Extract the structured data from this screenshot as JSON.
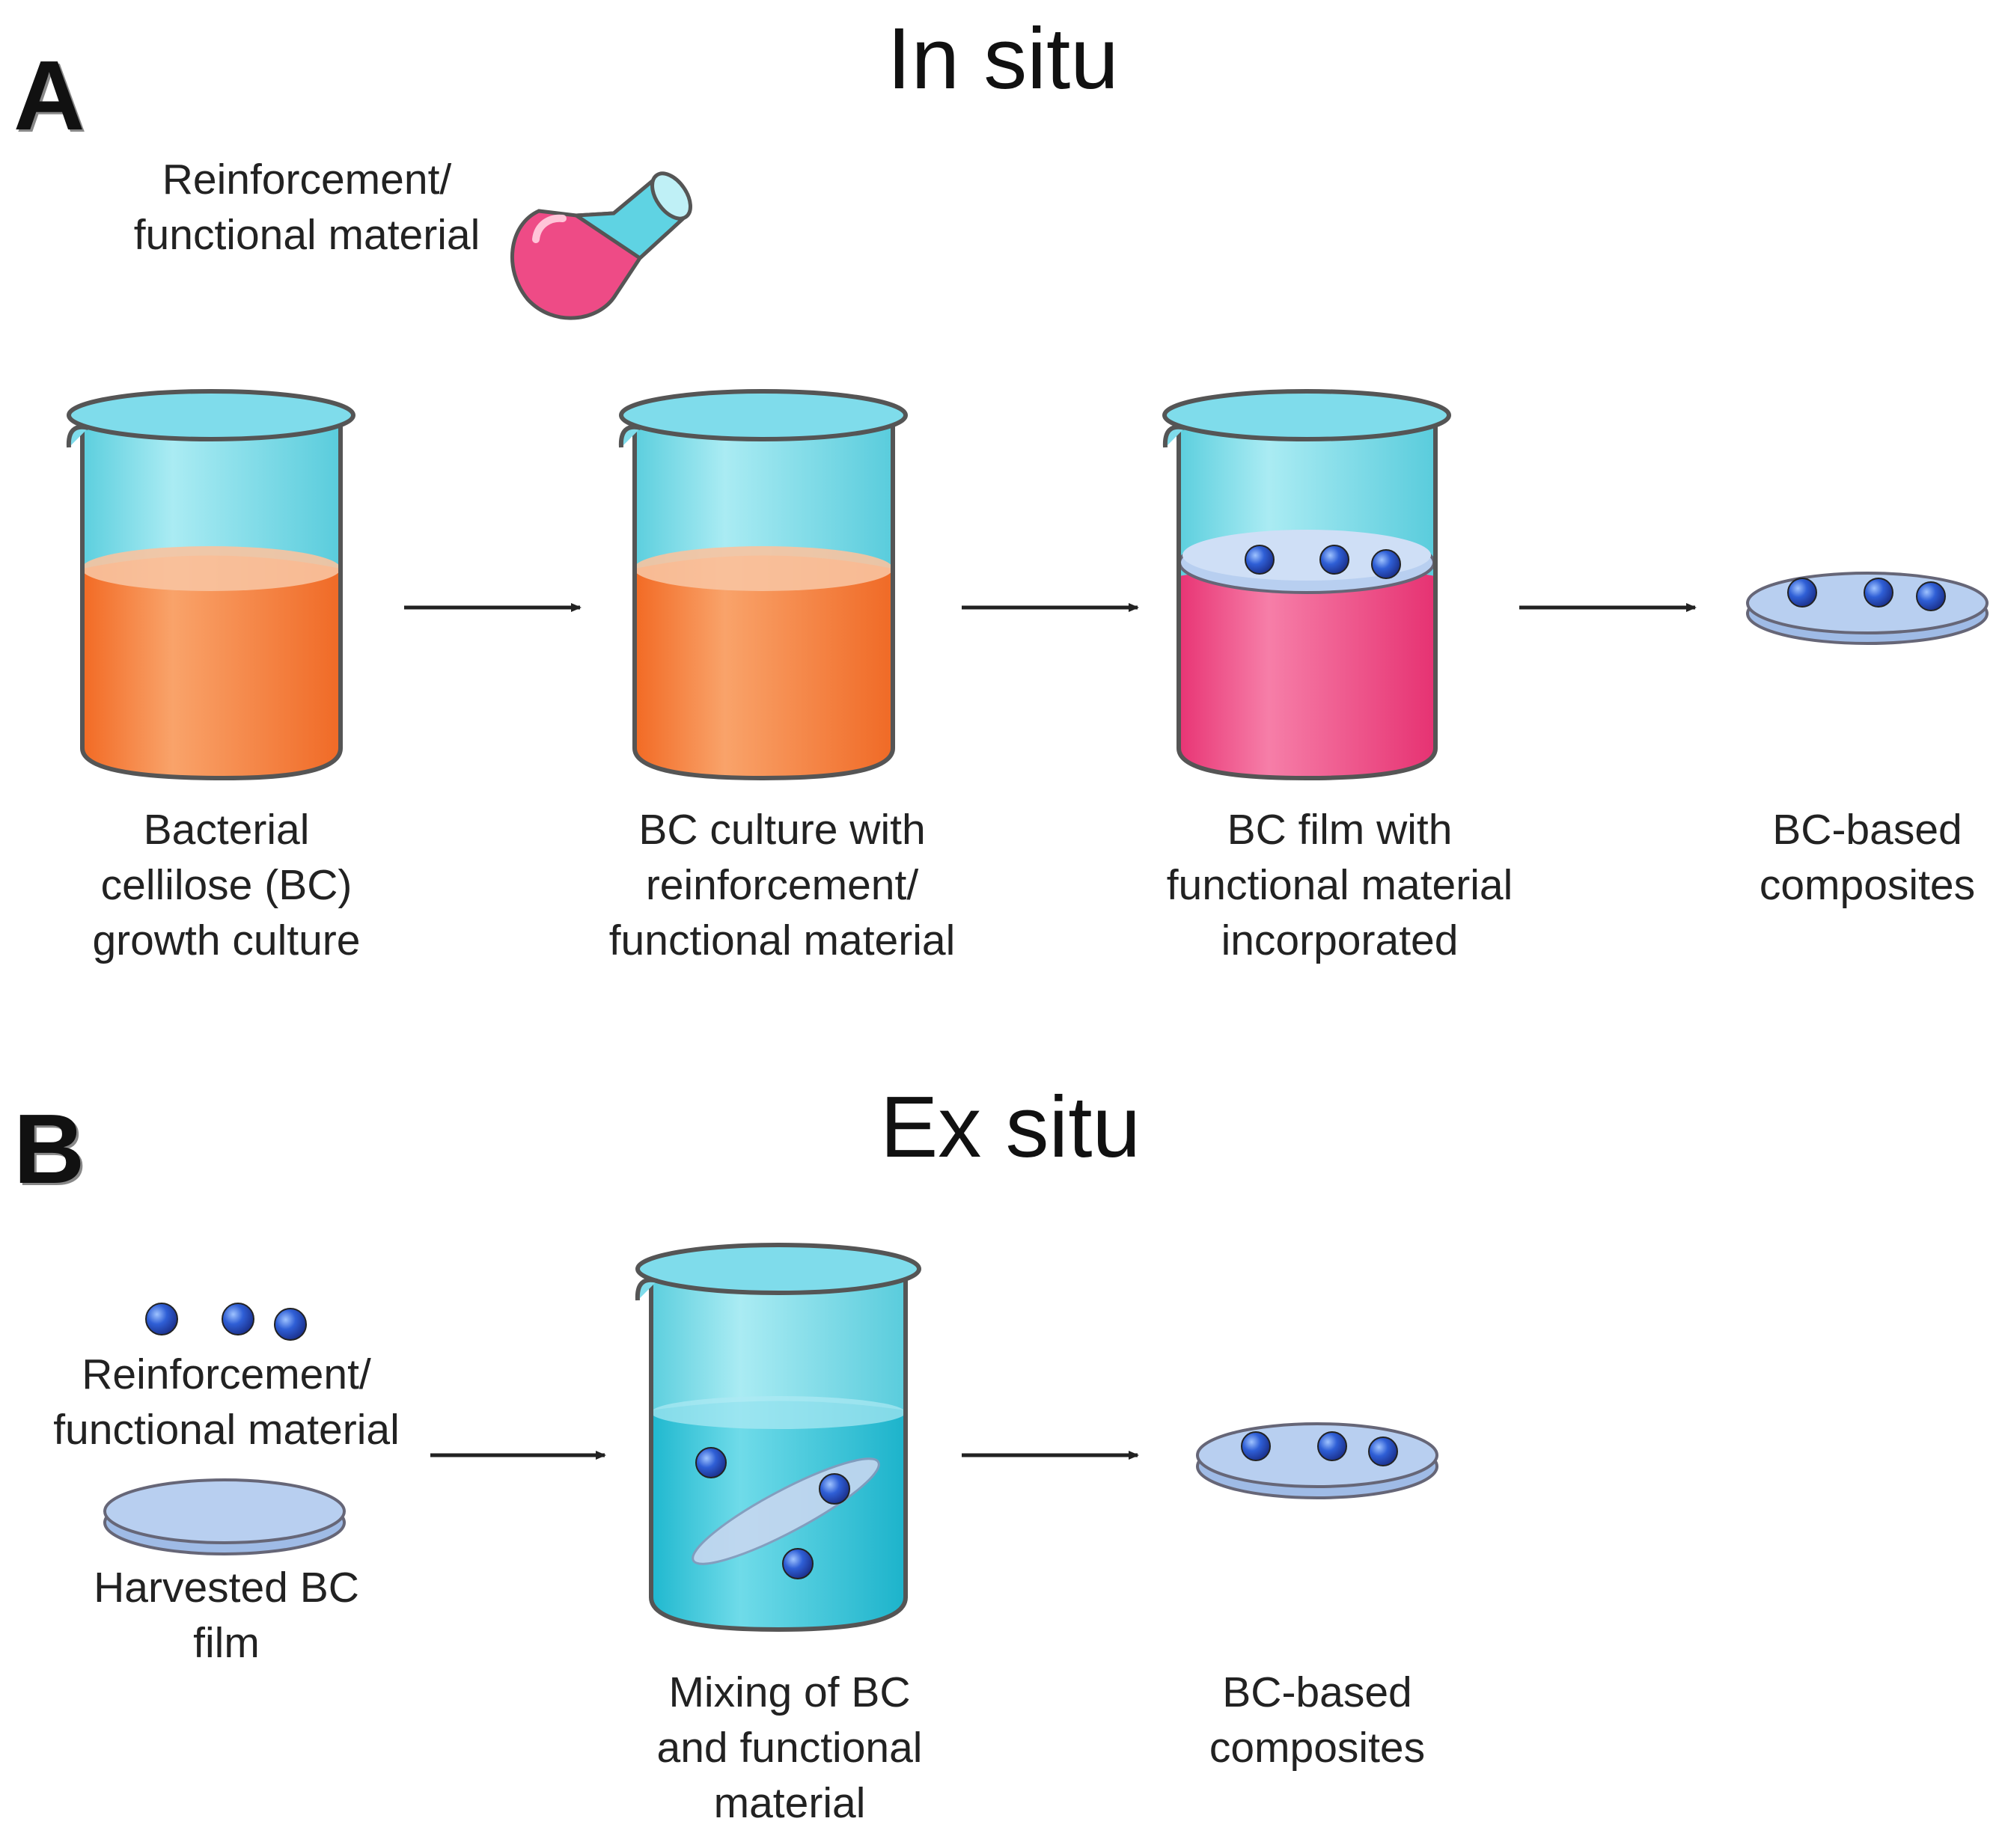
{
  "panels": {
    "a": {
      "letter": "A",
      "title": "In situ",
      "additive_label": [
        "Reinforcement/",
        "functional material"
      ],
      "steps": [
        [
          "Bacterial",
          "cellilose (BC)",
          "growth culture"
        ],
        [
          "BC culture with",
          "reinforcement/",
          "functional material"
        ],
        [
          "BC film with",
          "functional material",
          "incorporated"
        ],
        [
          "BC-based",
          "composites"
        ]
      ]
    },
    "b": {
      "letter": "B",
      "title": "Ex situ",
      "inputs": {
        "additive_label": [
          "Reinforcement/",
          "functional material"
        ],
        "film_label": [
          "Harvested BC",
          "film"
        ]
      },
      "steps": [
        [
          "Mixing of BC",
          "and functional",
          "material"
        ],
        [
          "BC-based",
          "composites"
        ]
      ]
    }
  },
  "colors": {
    "beaker_glass": "#5fd3e3",
    "beaker_rim": "#2fb6c8",
    "orange_culture": "#f4864a",
    "pink_solution": "#ee4b86",
    "film": "#b8cff0",
    "particle": "#2f5fd6",
    "arrow": "#222222"
  }
}
